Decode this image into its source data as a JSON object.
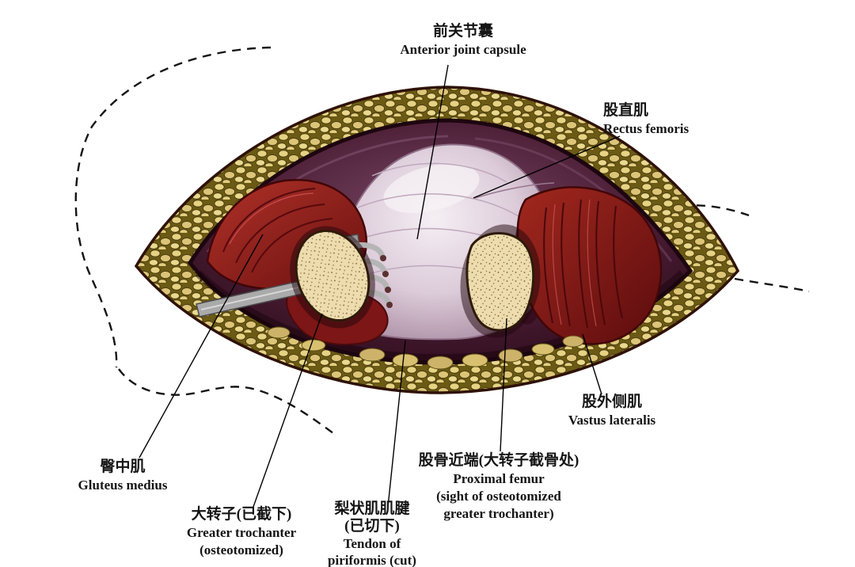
{
  "figure": {
    "type": "anatomical-diagram",
    "subject": "Surgical exposure of the hip (anterolateral view) with osteotomized greater trochanter",
    "labels": {
      "anterior_joint_capsule": {
        "zh": "前关节囊",
        "en": "Anterior joint capsule"
      },
      "rectus_femoris": {
        "zh": "股直肌",
        "en": "Rectus femoris"
      },
      "gluteus_medius": {
        "zh": "臀中肌",
        "en": "Gluteus medius"
      },
      "greater_trochanter": {
        "zh": "大转子(已截下)",
        "en1": "Greater trochanter",
        "en2": "(osteotomized)"
      },
      "tendon_piriformis": {
        "zh1": "梨状肌肌腱",
        "zh2": "(已切下)",
        "en1": "Tendon of",
        "en2": "piriformis (cut)"
      },
      "proximal_femur": {
        "zh": "股骨近端(大转子截骨处)",
        "en1": "Proximal femur",
        "en2": "(sight of osteotomized",
        "en3": "greater trochanter)"
      },
      "vastus_lateralis": {
        "zh": "股外侧肌",
        "en": "Vastus lateralis"
      }
    },
    "palette": {
      "background": "#ffffff",
      "fat_tissue": "#e0cb7e",
      "fat_outline": "#4a3c0c",
      "cavity_dark": "#2a0a18",
      "capsule_pale": "#ece2ec",
      "muscle_red": "#9c241c",
      "bone_cut_surface": "#ecdcae",
      "retractor_gray": "#a8a8a8",
      "leader_line": "#000000"
    }
  }
}
